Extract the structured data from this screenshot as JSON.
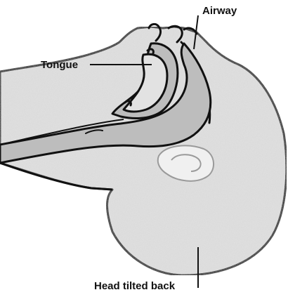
{
  "labels": {
    "tongue": "Tongue",
    "airway": "Airway",
    "head": "Head tilted back"
  },
  "colors": {
    "skin": "#e2e2e2",
    "cavity": "#bdbdbd",
    "outline": "#111111"
  }
}
